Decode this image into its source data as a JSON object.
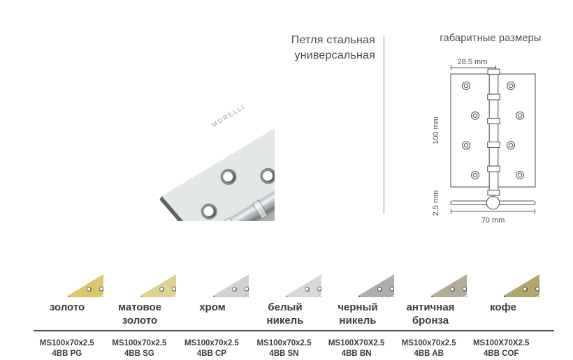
{
  "theme": {
    "text": "#3c3c3c",
    "line": "#58595b",
    "divider": "#8f8f8f",
    "rule": "#474747"
  },
  "product": {
    "title_line1": "Петля стальная",
    "title_line2": "универсальная",
    "brand_engraving": "MORELLI"
  },
  "dimensions": {
    "header": "габаритные размеры",
    "top_width": "28.5 mm",
    "height": "100 mm",
    "thickness": "2.5 mm",
    "bottom_width": "70 mm"
  },
  "photo": {
    "colors": {
      "leafU": "#e4e7e8",
      "leafL": "#ccd0d2",
      "pin": "#a7adb1",
      "edge": "#5d6266"
    }
  },
  "variants": [
    {
      "name": "золото",
      "code1": "MS100x70x2.5",
      "code2": "4BB PG",
      "colors": {
        "leafU": "#dcc76d",
        "leafL": "#cfb552",
        "pin": "#c9ab45",
        "edge": "#9b8335"
      }
    },
    {
      "name": "матовое золото",
      "code1": "MS100x70x2.5",
      "code2": "4BB SG",
      "colors": {
        "leafU": "#ded192",
        "leafL": "#d3c37c",
        "pin": "#cbbc70",
        "edge": "#a39354"
      }
    },
    {
      "name": "хром",
      "code1": "MS100x70x2.5",
      "code2": "4BB CP",
      "colors": {
        "leafU": "#ced2d4",
        "leafL": "#b5babd",
        "pin": "#9aa0a4",
        "edge": "#6c7174"
      }
    },
    {
      "name": "белый никель",
      "code1": "MS100x70x2.5",
      "code2": "4BB SN",
      "colors": {
        "leafU": "#d6d9da",
        "leafL": "#c0c4c6",
        "pin": "#aab0b3",
        "edge": "#7e8386"
      }
    },
    {
      "name": "черный никель",
      "code1": "MS100X70X2.5",
      "code2": "4BB BN",
      "colors": {
        "leafU": "#abafb2",
        "leafL": "#96999c",
        "pin": "#6d7174",
        "edge": "#4e5254"
      }
    },
    {
      "name": "античная бронза",
      "code1": "MS100x70x2.5",
      "code2": "4BB AB",
      "colors": {
        "leafU": "#b2ad9b",
        "leafL": "#a09a83",
        "pin": "#8d8770",
        "edge": "#615c49"
      }
    },
    {
      "name": "кофе",
      "code1": "MS100X70X2.5",
      "code2": "4BB COF",
      "colors": {
        "leafU": "#b1a56e",
        "leafL": "#998c52",
        "pin": "#6b5f3b",
        "edge": "#473e28"
      }
    }
  ]
}
